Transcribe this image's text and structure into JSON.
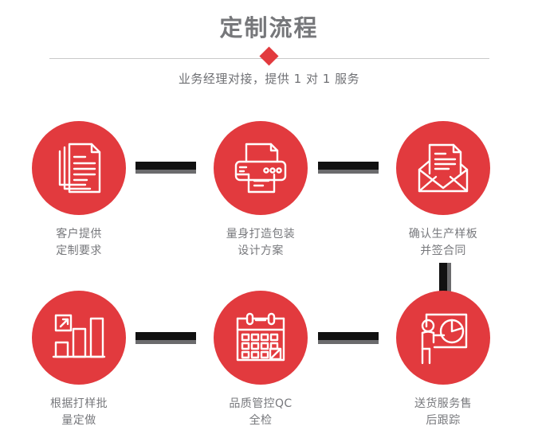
{
  "header": {
    "title": "定制流程",
    "subtitle": "业务经理对接，提供 1 对 1 服务",
    "title_color": "#76777a",
    "accent_color": "#e23a3e",
    "divider_color": "#c9c9c9"
  },
  "flow": {
    "connector_color": "#111111",
    "connector_shadow_color": "#6b6b6d",
    "steps": [
      {
        "icon": "documents-icon",
        "caption": "客户提供\n定制要求"
      },
      {
        "icon": "printer-icon",
        "caption": "量身打造包装\n设计方案"
      },
      {
        "icon": "envelope-mail-icon",
        "caption": "确认生产样板\n并签合同"
      },
      {
        "icon": "bar-chart-growth-icon",
        "caption": "根据打样批\n量定做"
      },
      {
        "icon": "calendar-icon",
        "caption": "品质管控QC\n全检"
      },
      {
        "icon": "presentation-pie-chart-icon",
        "caption": "送货服务售\n后跟踪"
      }
    ]
  }
}
